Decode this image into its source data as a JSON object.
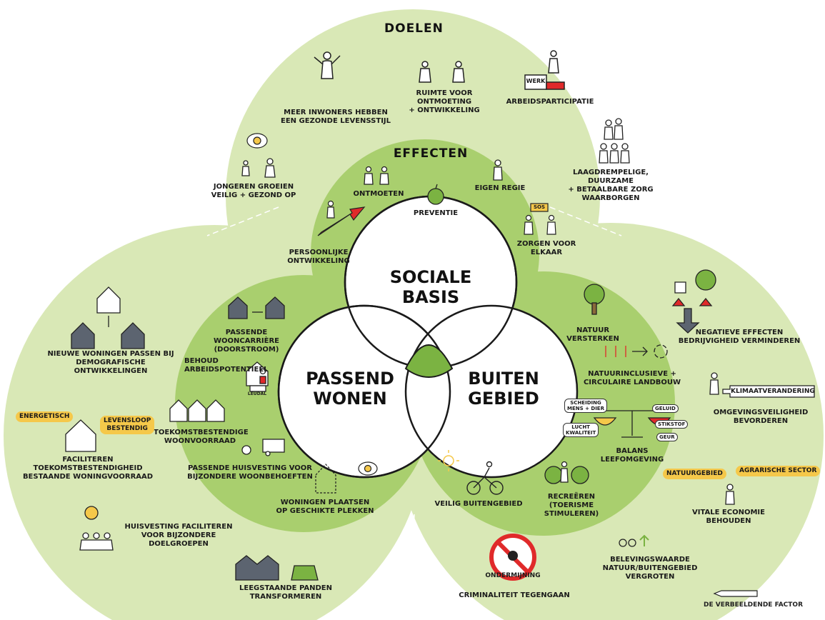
{
  "colors": {
    "outer": "#d9e8b6",
    "middle": "#a9cf6e",
    "core_overlap": "#7bb342",
    "circle_fill": "#ffffff",
    "accent_red": "#e02a2a",
    "tag_yellow": "#f5c84a"
  },
  "headers": {
    "doelen": "DOELEN",
    "effecten": "EFFECTEN"
  },
  "core": {
    "sociale_basis": "SOCIALE BASIS",
    "passend_wonen": "PASSEND\nWONEN",
    "buiten_gebied": "BUITEN\nGEBIED"
  },
  "doelen_items": {
    "gezonde_levensstijl": "MEER INWONERS HEBBEN\nEEN GEZONDE LEVENSSTIJL",
    "ruimte_ontmoeting": "RUIMTE VOOR ONTMOETING\n+ ONTWIKKELING",
    "arbeidsparticipatie": "ARBEIDSPARTICIPATIE",
    "werk_sign": "WERK",
    "jongeren": "JONGEREN GROEIEN\nVEILIG + GEZOND OP",
    "zorg": "LAAGDREMPELIGE, DUURZAME\n+ BETAALBARE ZORG\nWAARBORGEN"
  },
  "effecten_items": {
    "ontmoeten": "ONTMOETEN",
    "preventie": "PREVENTIE",
    "eigen_regie": "EIGEN REGIE",
    "zorgen_elkaar": "ZORGEN VOOR ELKAAR",
    "sos_sign": "SOS",
    "persoonlijke": "PERSOONLIJKE\nONTWIKKELING"
  },
  "wonen_inner": {
    "wooncarriere": "PASSENDE WOONCARRIÈRE\n(DOORSTROOM)",
    "arbeidspotentieel": "BEHOUD\nARBEIDSPOTENTIEEL",
    "leudal_sign": "LEUDAL",
    "woonvoorraad": "TOEKOMSTBESTENDIGE\nWOONVOORRAAD",
    "huisvesting_woonbehoeften": "PASSENDE HUISVESTING VOOR\nBIJZONDERE WOONBEHOEFTEN",
    "plekken": "WONINGEN PLAATSEN\nOP GESCHIKTE PLEKKEN"
  },
  "wonen_outer": {
    "demografisch": "NIEUWE WONINGEN PASSEN BIJ\nDEMOGRAFISCHE ONTWIKKELINGEN",
    "tag_energetisch": "ENERGETISCH",
    "tag_levensloop": "LEVENSLOOP\nBESTENDIG",
    "faciliteren": "FACILITEREN  TOEKOMSTBESTENDIGHEID\nBESTAANDE WONINGVOORRAAD",
    "doelgroepen": "HUISVESTING FACILITEREN\nVOOR BIJZONDERE DOELGROEPEN",
    "leegstaande": "LEEGSTAANDE PANDEN TRANSFORMEREN"
  },
  "buiten_inner": {
    "natuur_versterken": "NATUUR VERSTERKEN",
    "landbouw": "NATUURINCLUSIEVE +\nCIRCULAIRE LANDBOUW",
    "balans": "BALANS LEEFOMGEVING",
    "chip_scheiding": "SCHEIDING\nMENS + DIER",
    "chip_lucht": "LUCHT\nKWALITEIT",
    "chip_geluid": "GELUID",
    "chip_stikstof": "STIKSTOF",
    "chip_geur": "GEUR",
    "veilig": "VEILIG BUITENGEBIED",
    "recreeren": "RECREËREN\n(TOERISME STIMULEREN)"
  },
  "buiten_outer": {
    "bedrijvigheid": "NEGATIEVE EFFECTEN\nBEDRIJVIGHEID VERMINDEREN",
    "klimaat_sign": "KLIMAATVERANDERING",
    "omgevingsveiligheid": "OMGEVINGSVEILIGHEID\nBEVORDEREN",
    "tag_natuurgebied": "NATUURGEBIED",
    "tag_agrarisch": "AGRARISCHE SECTOR",
    "economie": "VITALE ECONOMIE\nBEHOUDEN",
    "belevingswaarde": "BELEVINGSWAARDE\nNATUUR/BUITENGEBIED\nVERGROTEN"
  },
  "bottom": {
    "ondermijning": "ONDERMIJNING",
    "criminaliteit": "CRIMINALITEIT TEGENGAAN",
    "credit": "DE VERBEELDENDE FACTOR"
  }
}
